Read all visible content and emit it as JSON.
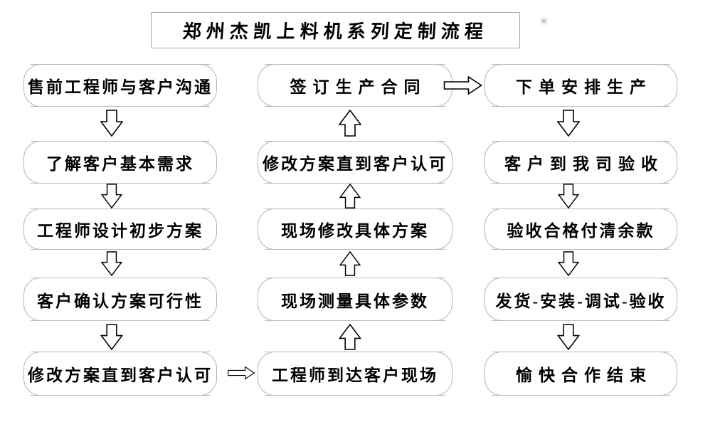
{
  "title": {
    "text": "郑州杰凯上料机系列定制流程"
  },
  "flow": {
    "left_column": {
      "direction": "top-down",
      "steps": [
        "售前工程师与客户沟通",
        "了解客户基本需求",
        "工程师设计初步方案",
        "客户确认方案可行性",
        "修改方案直到客户认可"
      ]
    },
    "middle_column": {
      "direction": "bottom-up",
      "steps": [
        "签订生产合同",
        "修改方案直到客户认可",
        "现场修改具体方案",
        "现场测量具体参数",
        "工程师到达客户现场"
      ]
    },
    "right_column": {
      "direction": "top-down",
      "steps": [
        "下单安排生产",
        "客户到我司验收",
        "验收合格付清余款",
        "发货-安装-调试-验收",
        "愉快合作结束"
      ]
    },
    "cross_links": [
      "修改方案直到客户认可 → 工程师到达客户现场",
      "签订生产合同 → 下单安排生产"
    ]
  },
  "icons": {
    "down_arrow": "down-arrow-icon",
    "up_arrow": "up-arrow-icon",
    "right_arrow": "right-arrow-icon"
  },
  "colors": {
    "background": "#ffffff",
    "box_border": "#b4b4b4",
    "title_border": "#a8a8a8",
    "text": "#000000",
    "arrow_outline": "#000000",
    "arrow_fill": "#ffffff"
  }
}
